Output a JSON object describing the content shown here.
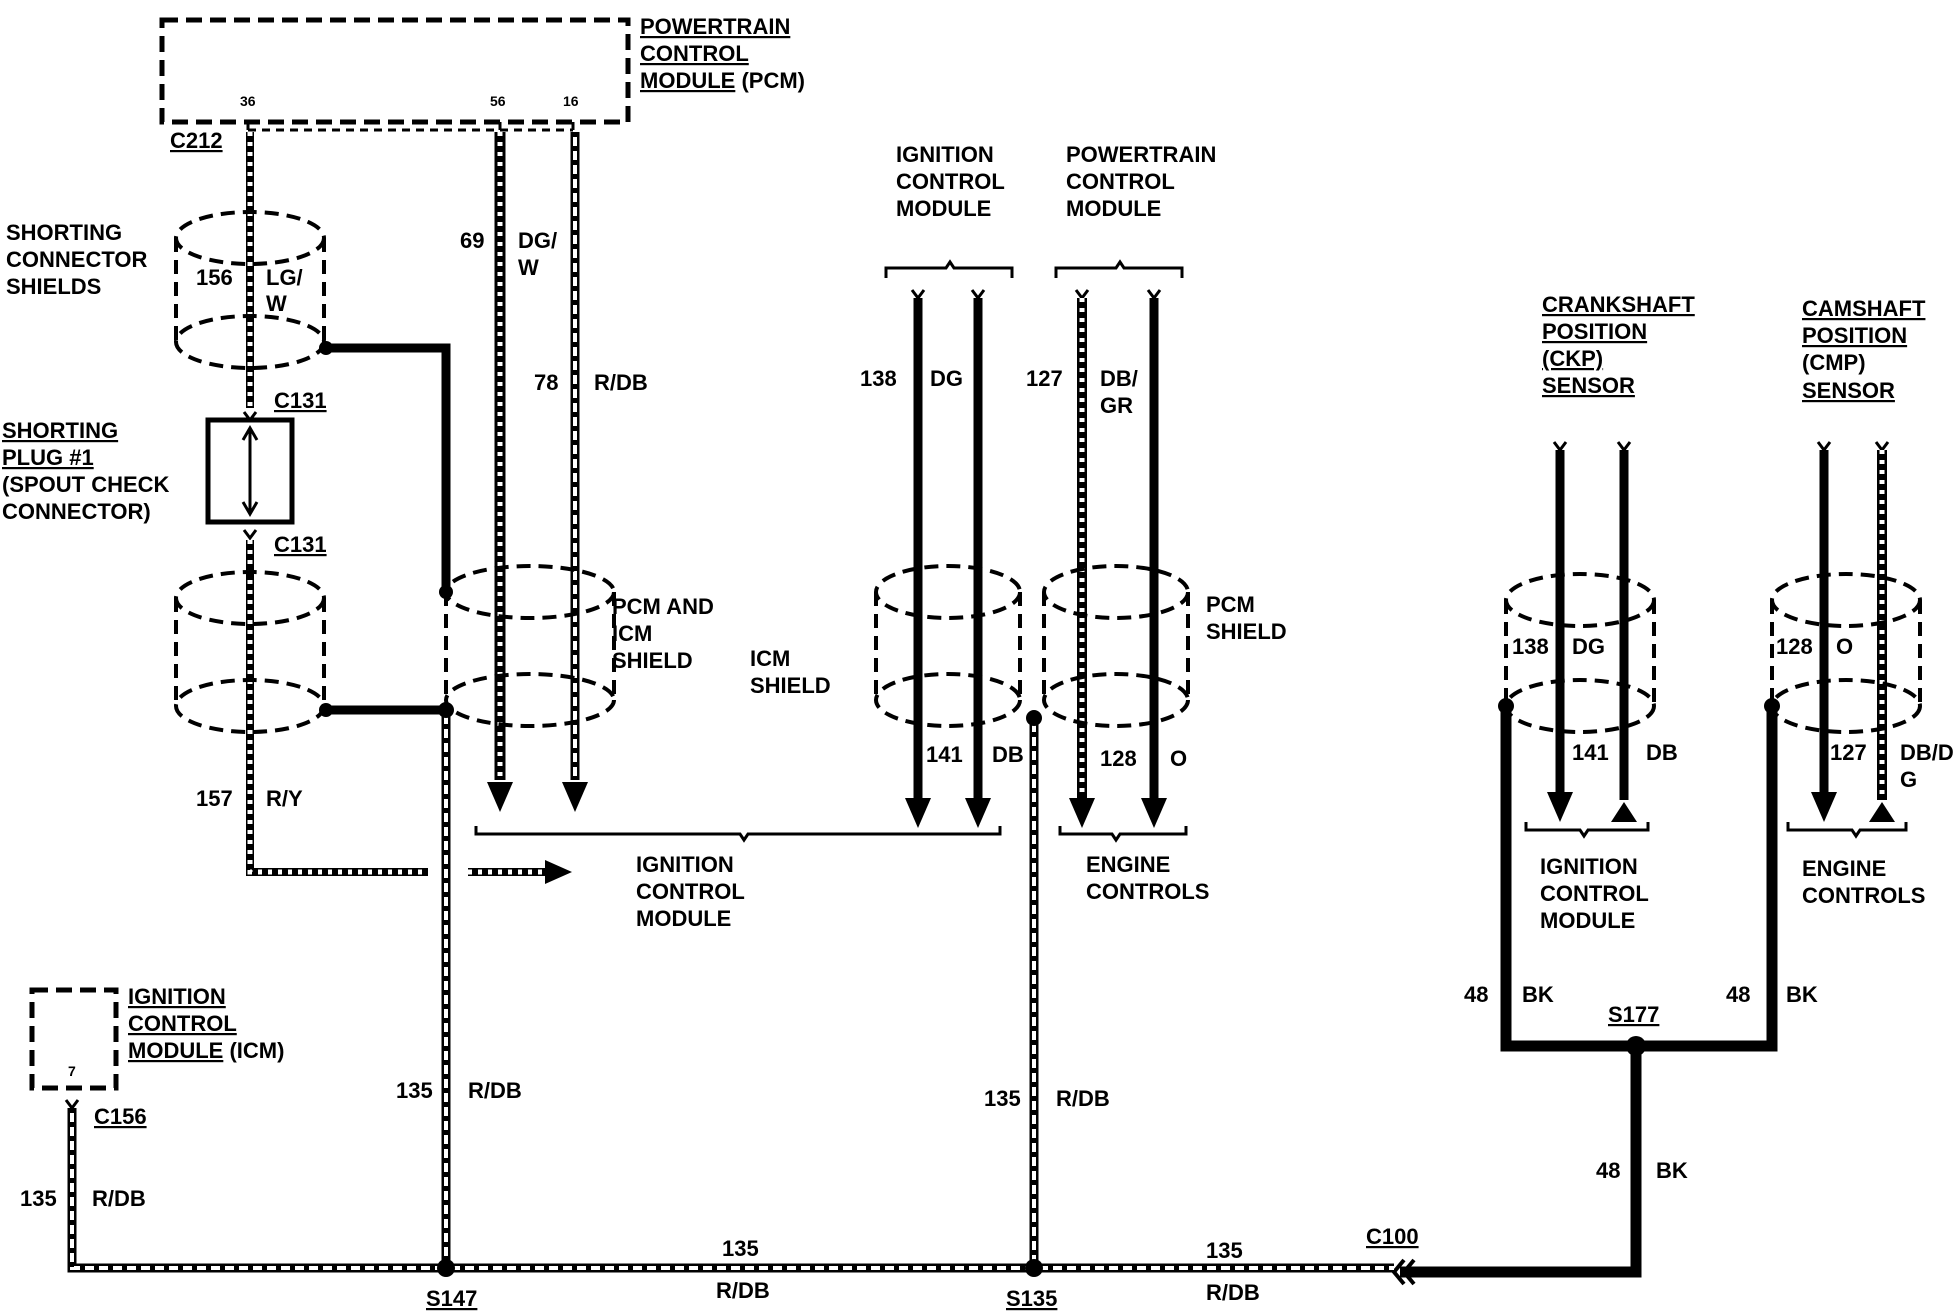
{
  "components": {
    "pcm_box": {
      "line1": "POWERTRAIN",
      "line2": "CONTROL",
      "line3": "MODULE",
      "suffix": "(PCM)",
      "pins": [
        "36",
        "56",
        "16"
      ]
    },
    "icm_box": {
      "line1": "IGNITION",
      "line2": "CONTROL",
      "line3": "MODULE",
      "suffix": "(ICM)",
      "pin": "7"
    },
    "icm_top": {
      "line1": "IGNITION",
      "line2": "CONTROL",
      "line3": "MODULE"
    },
    "pcm_top": {
      "line1": "POWERTRAIN",
      "line2": "CONTROL",
      "line3": "MODULE"
    },
    "ckp": {
      "line1": "CRANKSHAFT",
      "line2": "POSITION",
      "line3": "(CKP)",
      "line4": "SENSOR"
    },
    "cmp": {
      "line1": "CAMSHAFT",
      "line2": "POSITION",
      "line3": "(CMP)",
      "line4": "SENSOR"
    },
    "shorting_shields": {
      "line1": "SHORTING",
      "line2": "CONNECTOR",
      "line3": "SHIELDS"
    },
    "shorting_plug": {
      "line1": "SHORTING",
      "line2": "PLUG #1",
      "line3": "(SPOUT CHECK",
      "line4": "CONNECTOR)"
    },
    "pcm_icm_shield": {
      "line1": "PCM AND",
      "line2": "ICM",
      "line3": "SHIELD"
    },
    "icm_shield": {
      "line1": "ICM",
      "line2": "SHIELD"
    },
    "pcm_shield": {
      "line1": "PCM",
      "line2": "SHIELD"
    },
    "dest_icm_mid": {
      "line1": "IGNITION",
      "line2": "CONTROL",
      "line3": "MODULE"
    },
    "dest_engine_mid": {
      "line1": "ENGINE",
      "line2": "CONTROLS"
    },
    "dest_icm_right": {
      "line1": "IGNITION",
      "line2": "CONTROL",
      "line3": "MODULE"
    },
    "dest_engine_right": {
      "line1": "ENGINE",
      "line2": "CONTROLS"
    }
  },
  "connectors": {
    "c212": "C212",
    "c131_top": "C131",
    "c131_bottom": "C131",
    "c156": "C156",
    "c100": "C100",
    "s147": "S147",
    "s135": "S135",
    "s177": "S177"
  },
  "wires": {
    "w156": {
      "circuit": "156",
      "color1": "LG/",
      "color2": "W"
    },
    "w157": {
      "circuit": "157",
      "color": "R/Y"
    },
    "w69": {
      "circuit": "69",
      "color1": "DG/",
      "color2": "W"
    },
    "w78": {
      "circuit": "78",
      "color": "R/DB"
    },
    "w138_mid": {
      "circuit": "138",
      "color": "DG"
    },
    "w127_mid": {
      "circuit": "127",
      "color1": "DB/",
      "color2": "GR"
    },
    "w141_mid": {
      "circuit": "141",
      "color": "DB"
    },
    "w128_mid": {
      "circuit": "128",
      "color": "O"
    },
    "w138_right": {
      "circuit": "138",
      "color": "DG"
    },
    "w141_right": {
      "circuit": "141",
      "color": "DB"
    },
    "w128_right": {
      "circuit": "128",
      "color": "O"
    },
    "w127_right": {
      "circuit": "127",
      "color1": "DB/D",
      "color2": "G"
    },
    "w48_left": {
      "circuit": "48",
      "color": "BK"
    },
    "w48_right": {
      "circuit": "48",
      "color": "BK"
    },
    "w48_bottom": {
      "circuit": "48",
      "color": "BK"
    },
    "w135_icm": {
      "circuit": "135",
      "color": "R/DB"
    },
    "w135_s147": {
      "circuit": "135",
      "color": "R/DB"
    },
    "w135_s135": {
      "circuit": "135",
      "color": "R/DB"
    },
    "w135_bottom_mid": {
      "circuit": "135",
      "color": "R/DB"
    },
    "w135_bottom_right": {
      "circuit": "135",
      "color": "R/DB"
    }
  }
}
